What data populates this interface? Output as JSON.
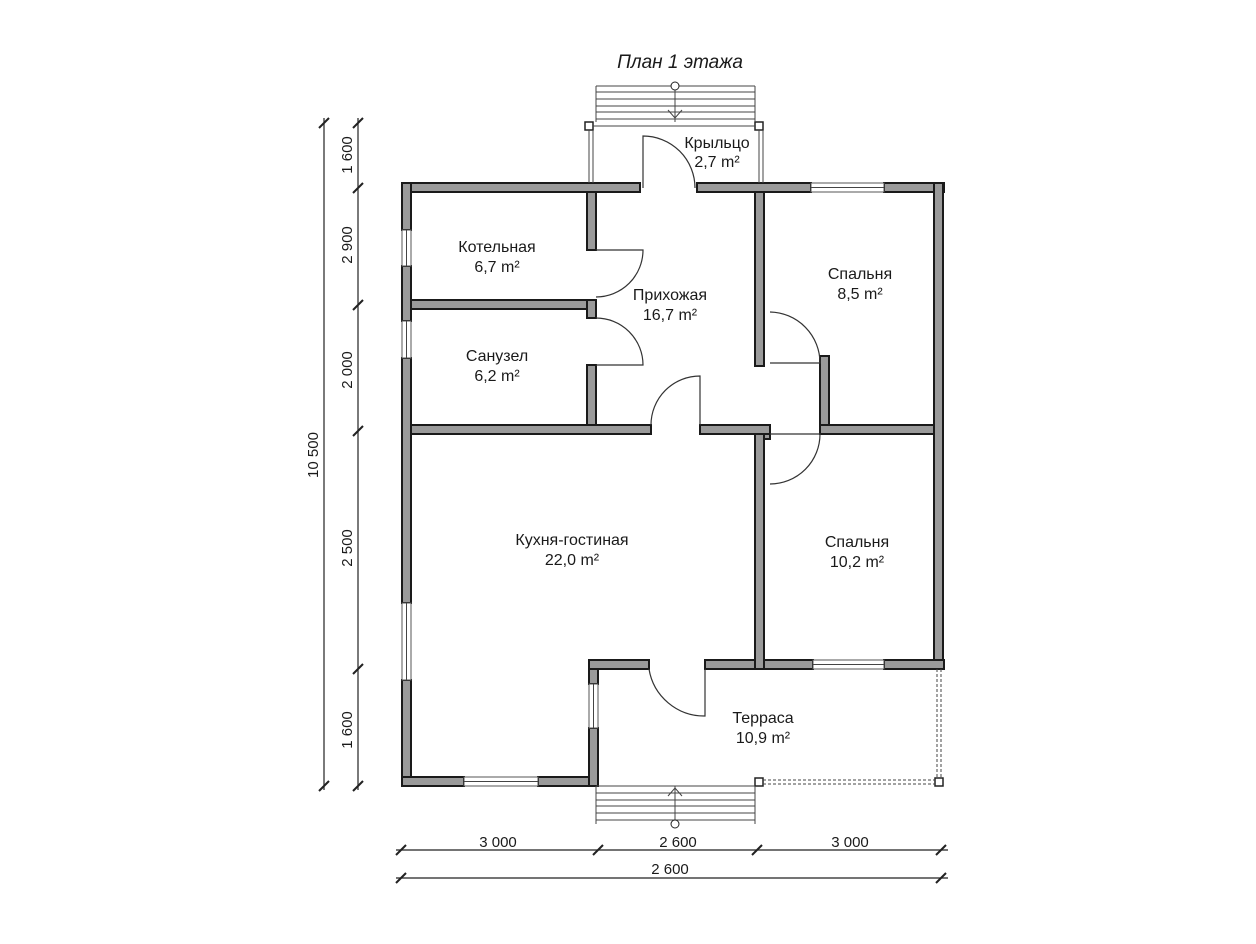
{
  "title": "План 1 этажа",
  "rooms": {
    "porch": {
      "name": "Крыльцо",
      "area": "2,7 m²"
    },
    "boiler": {
      "name": "Котельная",
      "area": "6,7 m²"
    },
    "hall": {
      "name": "Прихожая",
      "area": "16,7 m²"
    },
    "bathroom": {
      "name": "Санузел",
      "area": "6,2 m²"
    },
    "bedroom1": {
      "name": "Спальня",
      "area": "8,5 m²"
    },
    "living": {
      "name": "Кухня-гостиная",
      "area": "22,0 m²"
    },
    "bedroom2": {
      "name": "Спальня",
      "area": "10,2 m²"
    },
    "terrace": {
      "name": "Терраса",
      "area": "10,9 m²"
    }
  },
  "dims": {
    "left": [
      "1 600",
      "2 900",
      "2 000",
      "2 500",
      "1 600"
    ],
    "total_height": "10 500",
    "bottom": [
      "3 000",
      "2 600",
      "3 000"
    ],
    "total_width": "2 600"
  }
}
